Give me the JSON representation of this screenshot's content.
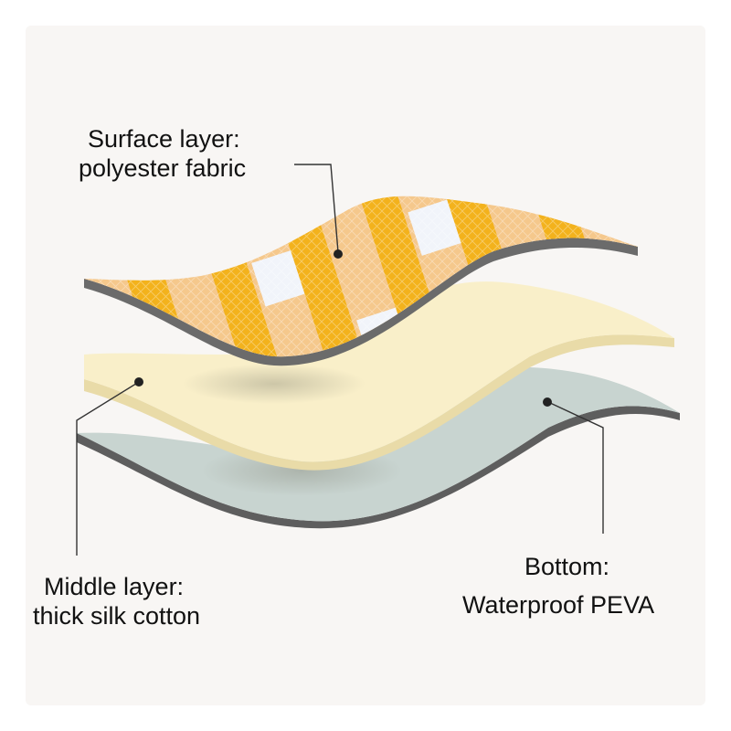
{
  "labels": {
    "surface": {
      "line1": "Surface layer:",
      "line2": "polyester fabric"
    },
    "middle": {
      "line1": "Middle layer:",
      "line2": "thick silk cotton"
    },
    "bottom": {
      "line1": "Bottom:",
      "line2": "Waterproof PEVA"
    }
  },
  "colors": {
    "background_panel": "#f8f6f4",
    "fabric_orange": "#f5c88c",
    "fabric_yellow": "#f3b21c",
    "fabric_white": "#f1f4fa",
    "fabric_edge": "#6b6b6b",
    "cotton": "#f9efc9",
    "cotton_edge": "#e9dba8",
    "peva": "#c8d4d0",
    "peva_edge": "#5e5e5e",
    "leader_line": "#333333"
  }
}
